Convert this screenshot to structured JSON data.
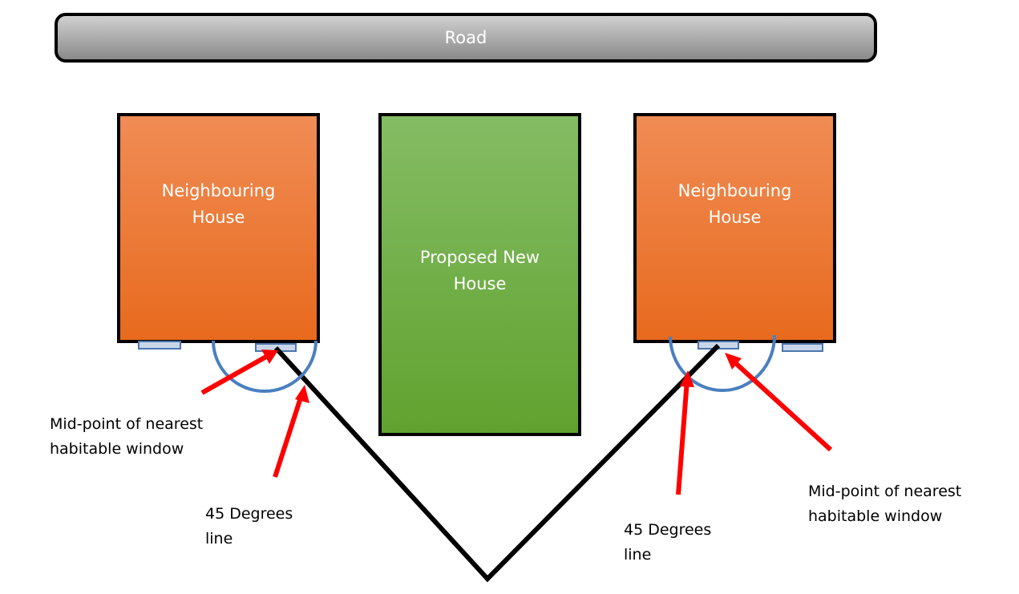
{
  "road": {
    "label": "Road"
  },
  "houses": [
    {
      "line1": "Neighbouring",
      "line2": "House"
    },
    {
      "line1": "Proposed New",
      "line2": "House"
    },
    {
      "line1": "Neighbouring",
      "line2": "House"
    }
  ],
  "annotations": {
    "midpoint_left": {
      "line1": "Mid-point of nearest",
      "line2": "habitable window"
    },
    "degrees_left": {
      "line1": "45 Degrees",
      "line2": "line"
    },
    "degrees_right": {
      "line1": "45 Degrees",
      "line2": "line"
    },
    "midpoint_right": {
      "line1": "Mid-point of nearest",
      "line2": "habitable window"
    }
  },
  "colors": {
    "neighbouring": "#e86a1e",
    "proposed": "#61a22f",
    "road": "#a6a6a6",
    "window_outline": "#4a76ad",
    "arc": "#4a7fbf",
    "arrow": "#ff0000",
    "line": "#000000"
  }
}
